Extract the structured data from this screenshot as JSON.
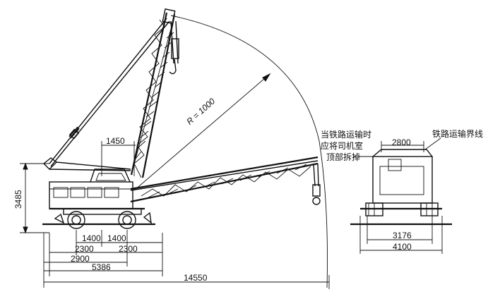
{
  "labels": {
    "radius": "R = 1000",
    "boom_width": "1450",
    "height": "3485",
    "dim_1400_left": "1400",
    "dim_1400_right": "1400",
    "dim_2300_left": "2300",
    "dim_2300_right": "2300",
    "dim_2900": "2900",
    "dim_5386": "5386",
    "dim_14550": "14550",
    "note_line1": "当铁路运输时",
    "note_line2": "应将司机室",
    "note_line3": "顶部拆掉",
    "clearance_label": "铁路运输界线",
    "end_width_top": "2800",
    "end_width_mid": "3176",
    "end_width_bottom": "4100"
  }
}
